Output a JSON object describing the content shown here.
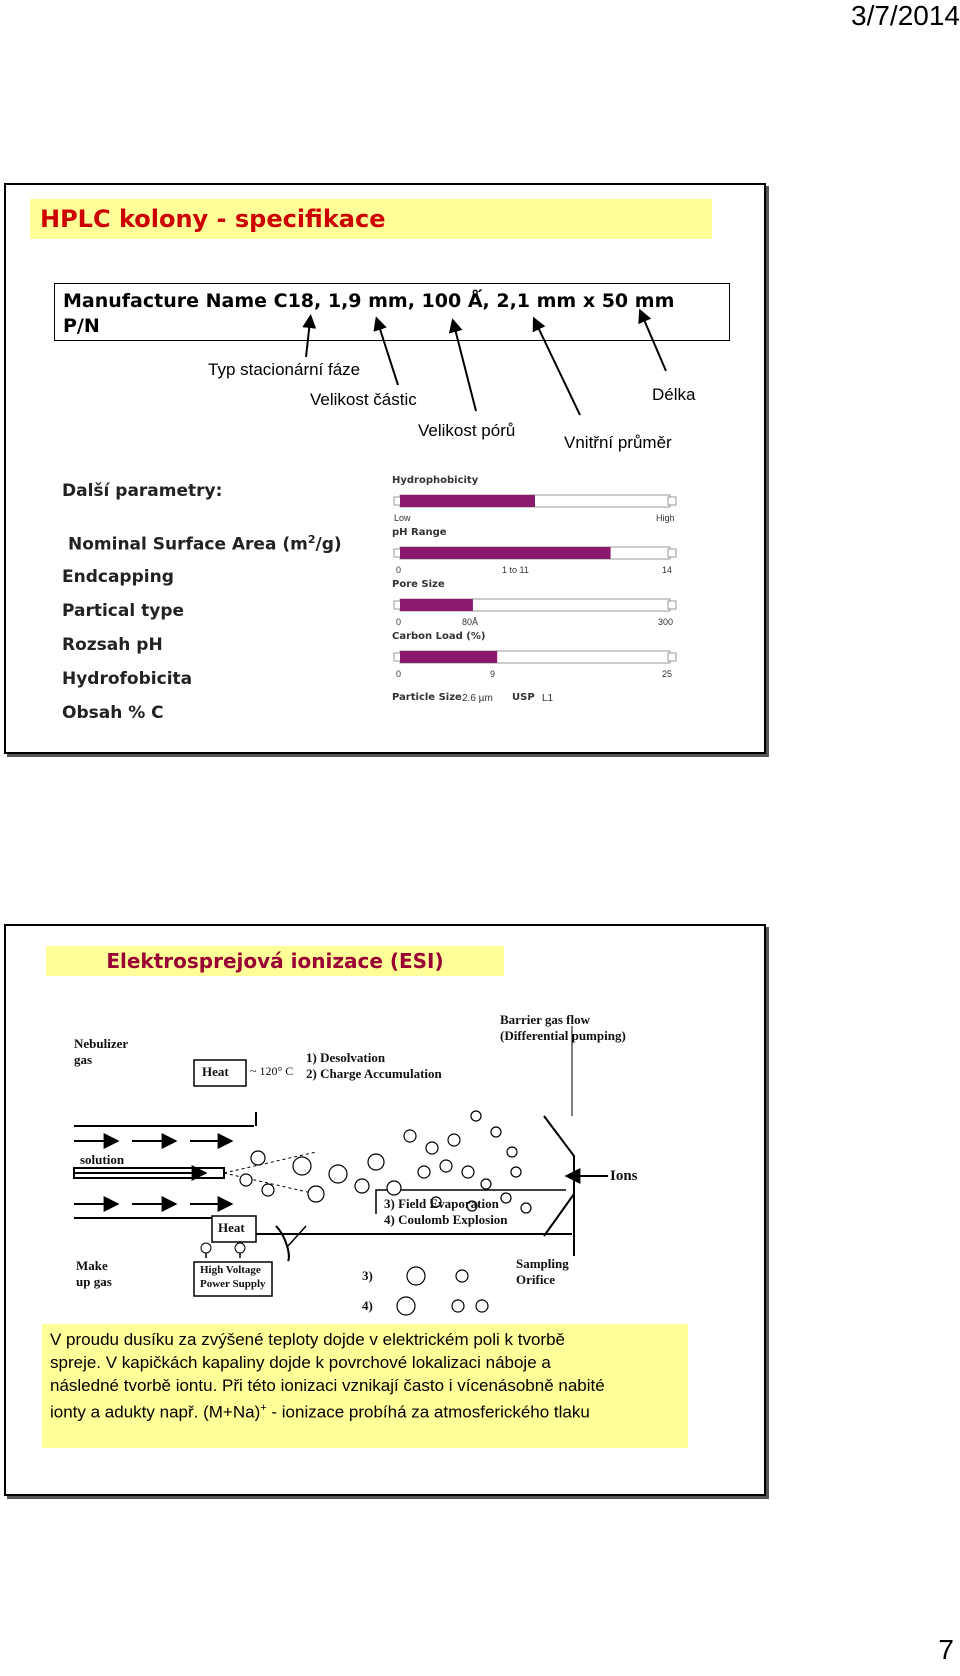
{
  "header": {
    "date": "3/7/2014"
  },
  "footer": {
    "page_number": "7"
  },
  "slide1": {
    "title": "HPLC kolony - specifikace",
    "spec_line1": "Manufacture Name  C18, 1,9 mm, 100 Ǻ,  2,1 mm x 50 mm",
    "spec_line2": "P/N",
    "labels": {
      "stationary_phase": "Typ stacionární fáze",
      "particle_size": "Velikost částic",
      "pore_size": "Velikost pórů",
      "inner_diameter": "Vnitřní průměr",
      "length": "Délka"
    },
    "params_heading": "Další parametry:",
    "params": [
      "Nominal Surface Area (m",
      "Endcapping",
      "Partical type",
      "Rozsah pH",
      "Hydrofobicita",
      "Obsah % C"
    ],
    "params_sup": "2",
    "params_suffix": "/g)",
    "bar_chart": {
      "hydrophobicity": {
        "label": "Hydrophobicity",
        "low": "Low",
        "high": "High",
        "fill": 0.5
      },
      "ph_range": {
        "label": "pH Range",
        "min": "0",
        "mid": "1 to 11",
        "max": "14",
        "fill": 0.78
      },
      "pore_size": {
        "label": "Pore Size",
        "min": "0",
        "mid": "80Å",
        "max": "300",
        "fill": 0.27
      },
      "carbon_load": {
        "label": "Carbon Load (%)",
        "min": "0",
        "mid": "9",
        "max": "25",
        "fill": 0.36
      },
      "particle_size": {
        "label": "Particle Size",
        "value": "2.6 µm",
        "usp_label": "USP",
        "usp_value": "L1"
      }
    }
  },
  "slide2": {
    "title": "Elektrosprejová ionizace (ESI)",
    "diagram": {
      "nebulizer": "Nebulizer",
      "gas": "gas",
      "heat": "Heat",
      "temp": "~ 120° C",
      "step1": "1) Desolvation",
      "step2": "2) Charge Accumulation",
      "barrier_gas_flow": "Barrier gas flow",
      "differential_pumping": "(Differential pumping)",
      "solution": "solution",
      "ions": "Ions",
      "step3": "3) Field Evaporation",
      "step4": "4) Coulomb Explosion",
      "make": "Make",
      "up_gas": "up gas",
      "hv1": "High Voltage",
      "hv2": "Power Supply",
      "sampling": "Sampling",
      "orifice": "Orifice",
      "row3": "3)",
      "row4": "4)"
    },
    "text_line1": "V proudu dusíku za zvýšené teploty dojde v elektrickém poli k tvorbě",
    "text_line2": "spreje. V kapičkách kapaliny dojde k povrchové lokalizaci náboje a",
    "text_line3": "následné tvorbě iontu. Při této ionizaci vznikají často i vícenásobně nabité",
    "text_line4_a": "ionty a adukty např. (M+Na)",
    "text_line4_sup": "+",
    "text_line4_b": "  - ionizace probíhá za atmosferického tlaku"
  }
}
